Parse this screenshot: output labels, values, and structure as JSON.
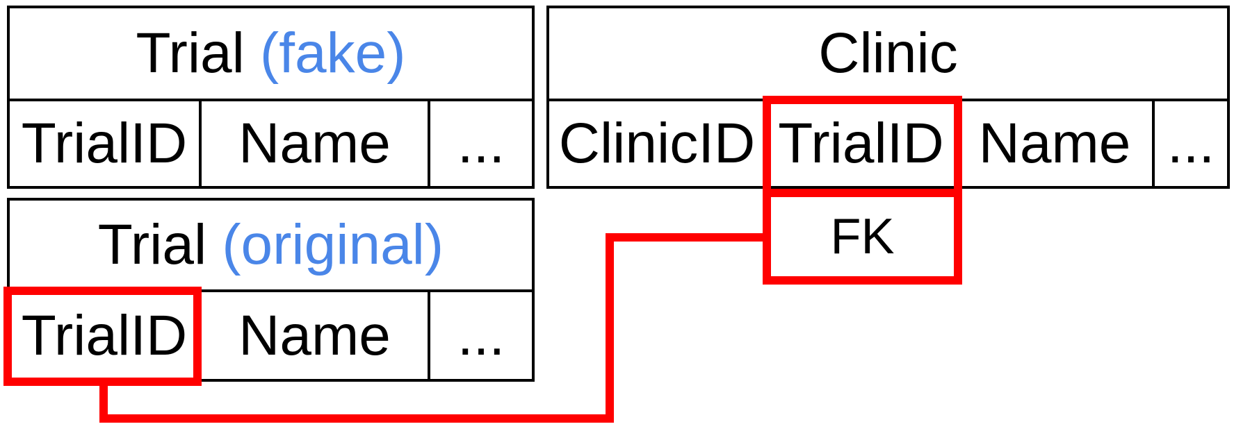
{
  "diagram": {
    "type": "database-schema-foreign-key-diagram",
    "background": "#ffffff",
    "colors": {
      "table_border": "#000000",
      "text": "#000000",
      "annotation_blue": "#4a86e8",
      "highlight_red": "#ff0000"
    }
  },
  "tables": {
    "trial_fake": {
      "title": "Trial",
      "title_suffix": "(fake)",
      "columns": [
        "TrialID",
        "Name",
        "..."
      ]
    },
    "clinic": {
      "title": "Clinic",
      "title_suffix": "",
      "columns": [
        "ClinicID",
        "TrialID",
        "Name",
        "..."
      ]
    },
    "trial_original": {
      "title": "Trial",
      "title_suffix": "(original)",
      "columns": [
        "TrialID",
        "Name",
        "..."
      ]
    }
  },
  "annotations": {
    "fk_label": "FK",
    "highlighted_columns": [
      "Clinic.TrialID",
      "Trial (original).TrialID"
    ],
    "relationship": "Clinic.TrialID is a foreign key referencing Trial (original).TrialID"
  }
}
